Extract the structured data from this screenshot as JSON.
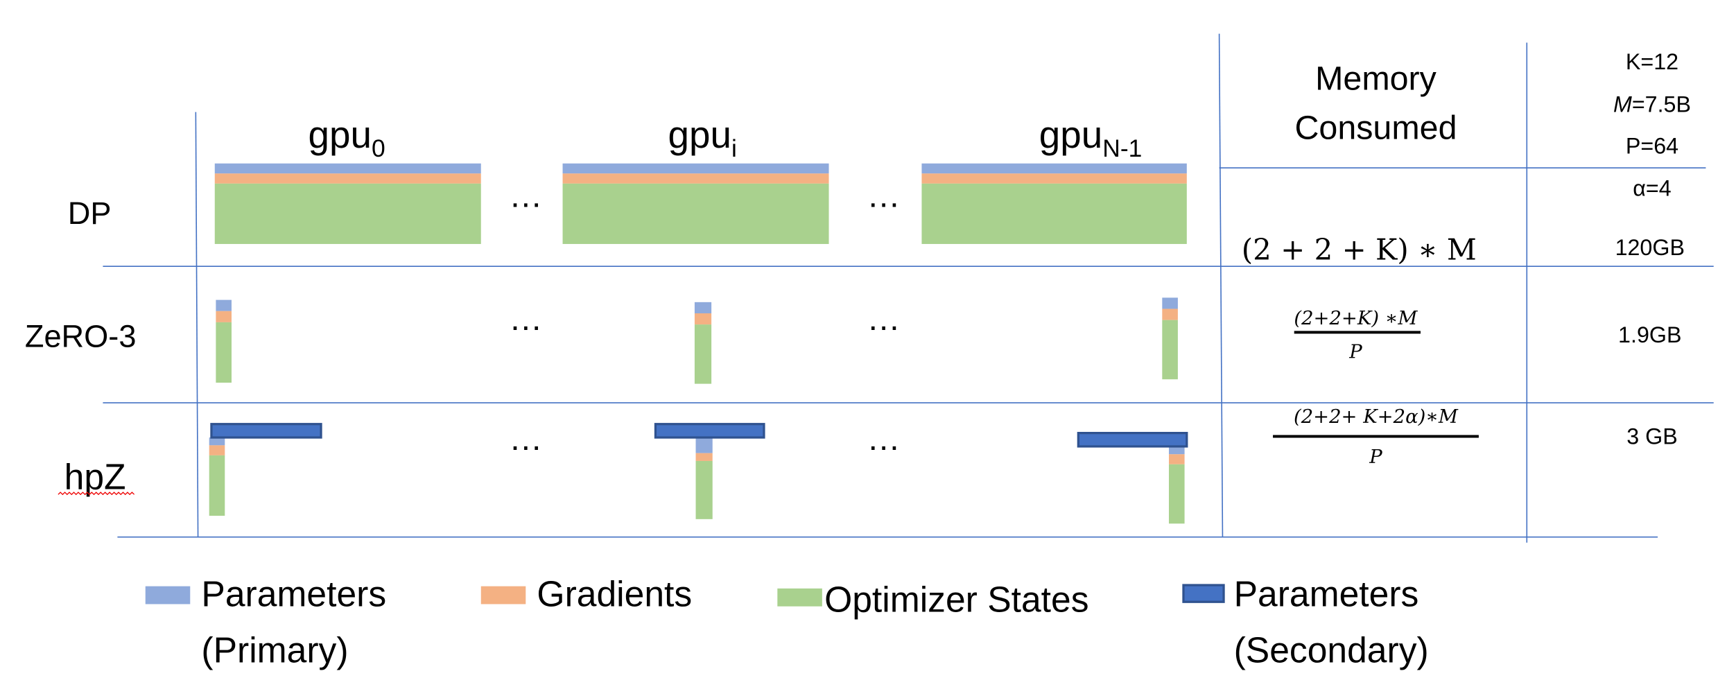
{
  "colors": {
    "parameters_primary": "#8faadc",
    "gradients": "#f4b183",
    "optimizer_states": "#a9d18e",
    "parameters_secondary": "#4472c4",
    "secondary_border": "#2f528f",
    "grid_line": "#4472c4"
  },
  "columns": {
    "gpu0": {
      "base": "gpu",
      "sub": "0"
    },
    "gpui": {
      "base": "gpu",
      "sub": "i"
    },
    "gpuN": {
      "base": "gpu",
      "sub": "N-1"
    },
    "ellipsis": "…",
    "memory_title_line1": "Memory",
    "memory_title_line2": "Consumed"
  },
  "params": {
    "k": "K=12",
    "m_var": "M",
    "m_val": "=7.5B",
    "p": "P=64",
    "alpha": "α=4"
  },
  "rows": [
    {
      "label": "DP",
      "formula": "(2 + 2 + K) ∗ M",
      "memory": "120GB"
    },
    {
      "label": "ZeRO-3",
      "formula_num": "(2+2+K) ∗M",
      "formula_den": "P",
      "memory": "1.9GB"
    },
    {
      "label": "hpZ",
      "formula_num": "(2+2+ K+2α)∗M",
      "formula_den": "P",
      "memory": "3 GB"
    }
  ],
  "legend": [
    {
      "line1": "Parameters",
      "line2": "(Primary)"
    },
    {
      "line1": "Gradients"
    },
    {
      "line1": "Optimizer States"
    },
    {
      "line1": "Parameters",
      "line2": "(Secondary)"
    }
  ]
}
